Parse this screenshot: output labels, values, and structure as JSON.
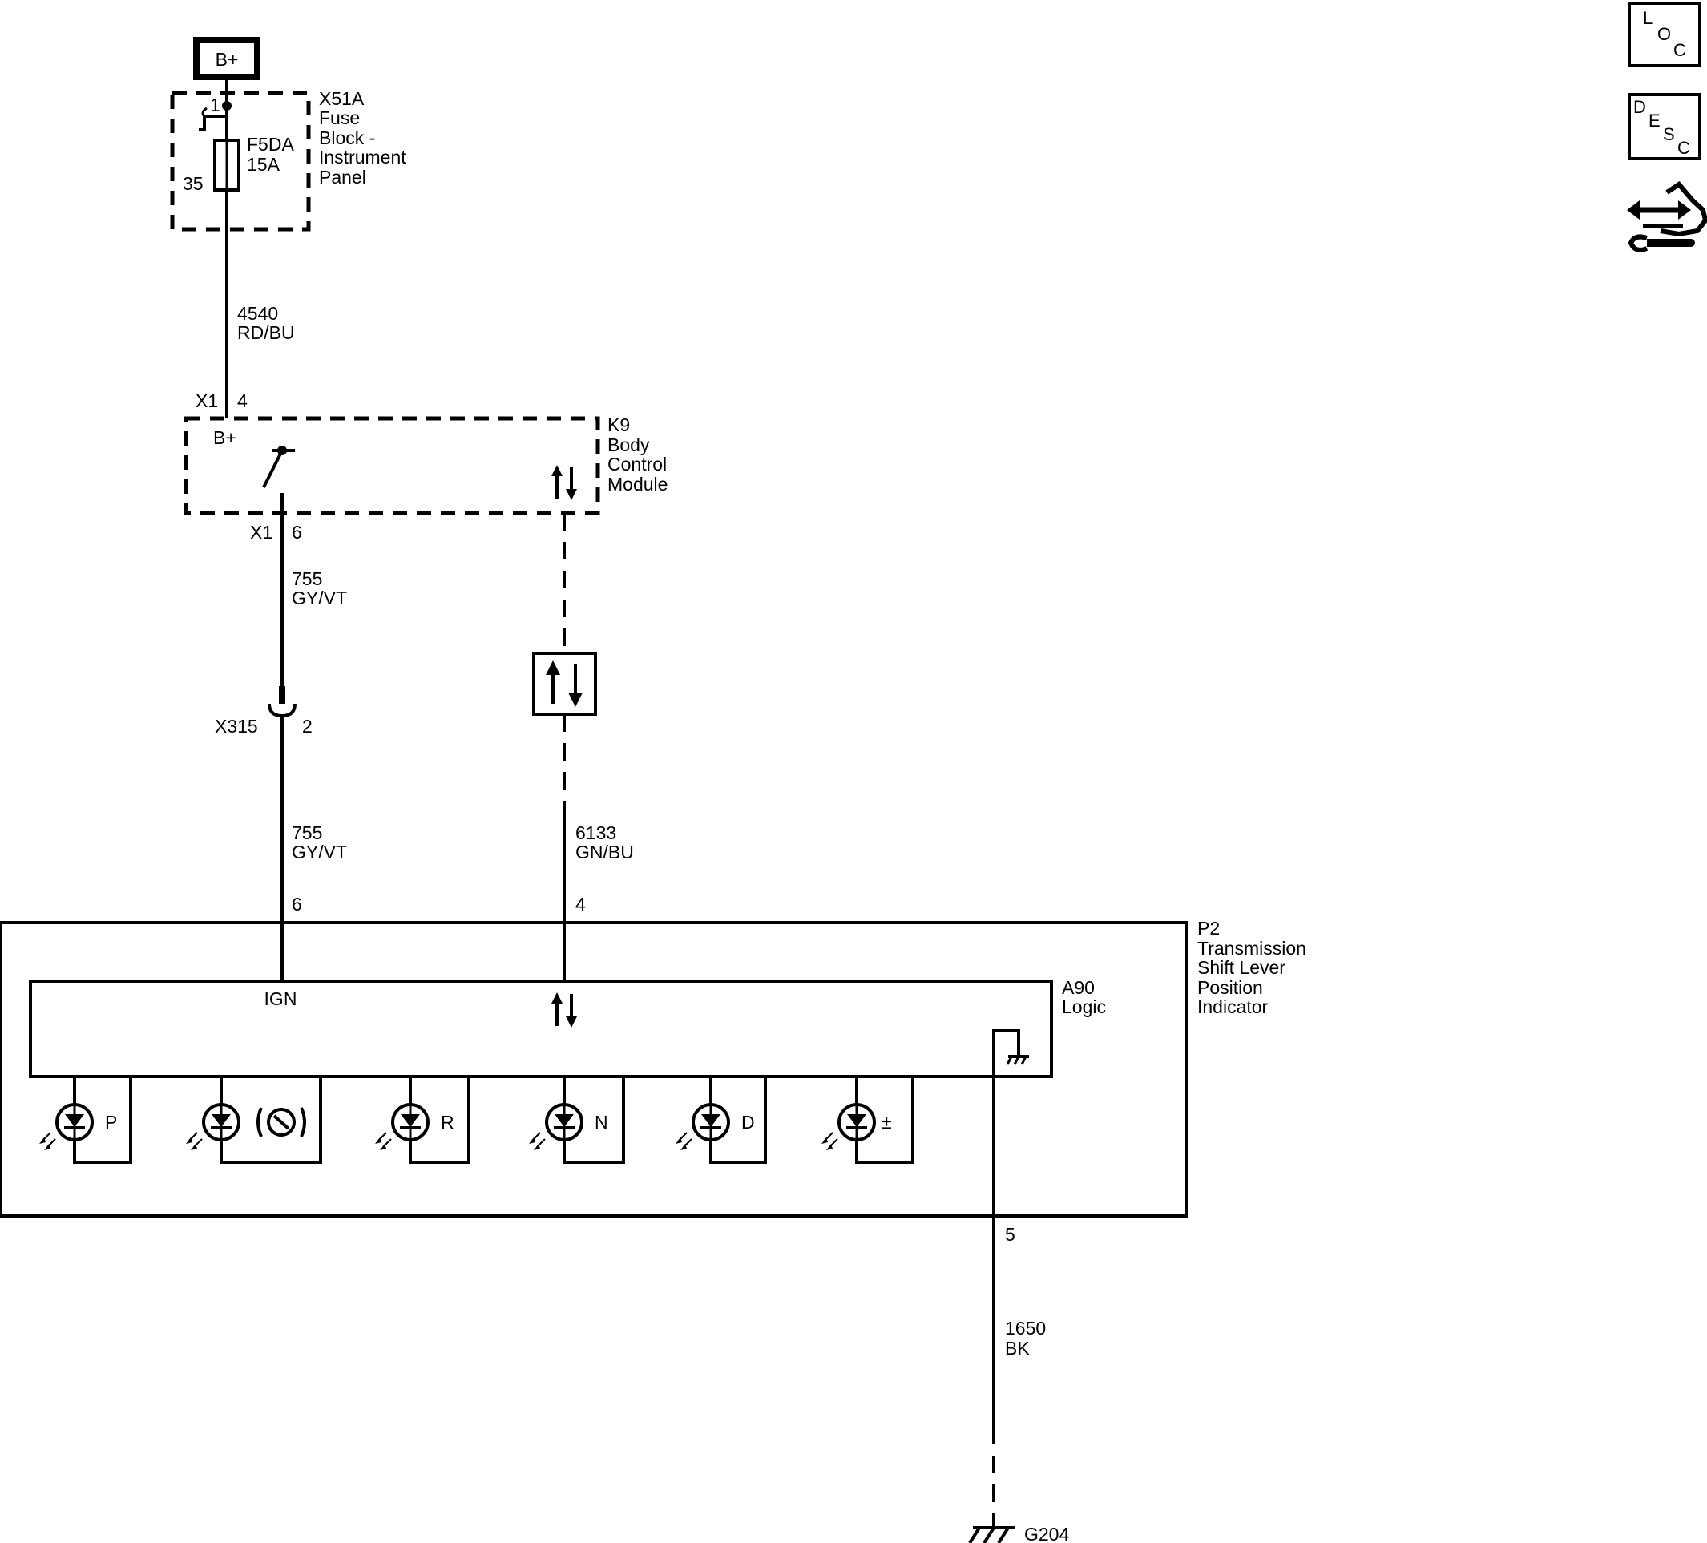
{
  "power": {
    "label": "B+"
  },
  "fuse_block": {
    "id": "X51A",
    "name_lines": [
      "Fuse",
      "Block -",
      "Instrument",
      "Panel"
    ],
    "fuse_name": "F5DA",
    "fuse_rating": "15A",
    "pin_in": "1",
    "pin_out": "35"
  },
  "wire_4540": {
    "circuit": "4540",
    "color": "RD/BU"
  },
  "bcm": {
    "id": "K9",
    "name_lines": [
      "Body",
      "Control",
      "Module"
    ],
    "connector_top": "X1",
    "pin_top": "4",
    "internal_label": "B+",
    "connector_bottom": "X1",
    "pin_bottom": "6"
  },
  "wire_755_upper": {
    "circuit": "755",
    "color": "GY/VT"
  },
  "inline_connector": {
    "id": "X315",
    "pin": "2"
  },
  "wire_755_lower": {
    "circuit": "755",
    "color": "GY/VT",
    "pin": "6"
  },
  "wire_6133": {
    "circuit": "6133",
    "color": "GN/BU",
    "pin": "4"
  },
  "indicator": {
    "id": "P2",
    "name_lines": [
      "Transmission",
      "Shift Lever",
      "Position",
      "Indicator"
    ]
  },
  "logic": {
    "id": "A90",
    "name": "Logic",
    "ign_label": "IGN"
  },
  "leds": [
    "P",
    "",
    "R",
    "N",
    "D",
    "±"
  ],
  "ground_pin": "5",
  "wire_1650": {
    "circuit": "1650",
    "color": "BK"
  },
  "ground": {
    "id": "G204"
  },
  "side_icons": {
    "loc": [
      "L",
      "O",
      "C"
    ],
    "desc": [
      "D",
      "E",
      "S",
      "C"
    ]
  }
}
